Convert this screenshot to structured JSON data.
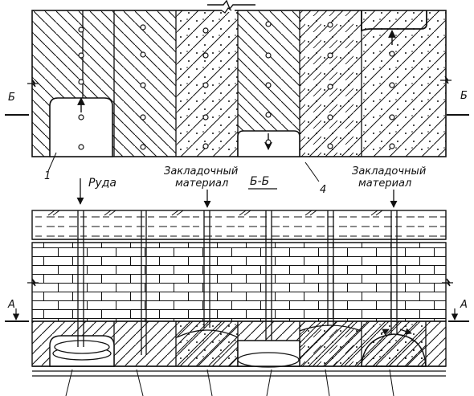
{
  "labels": {
    "ore": "Руда",
    "fill_left": "Закладочный материал",
    "fill_left_line1": "Закладочный",
    "fill_left_line2": "материал",
    "fill_right_line1": "Закладочный",
    "fill_right_line2": "материал",
    "section": "Б-Б",
    "num1": "1",
    "num4": "4",
    "cut_b_left": "Б",
    "cut_b_right": "Б",
    "cut_a_left": "А",
    "cut_a_right": "А"
  }
}
